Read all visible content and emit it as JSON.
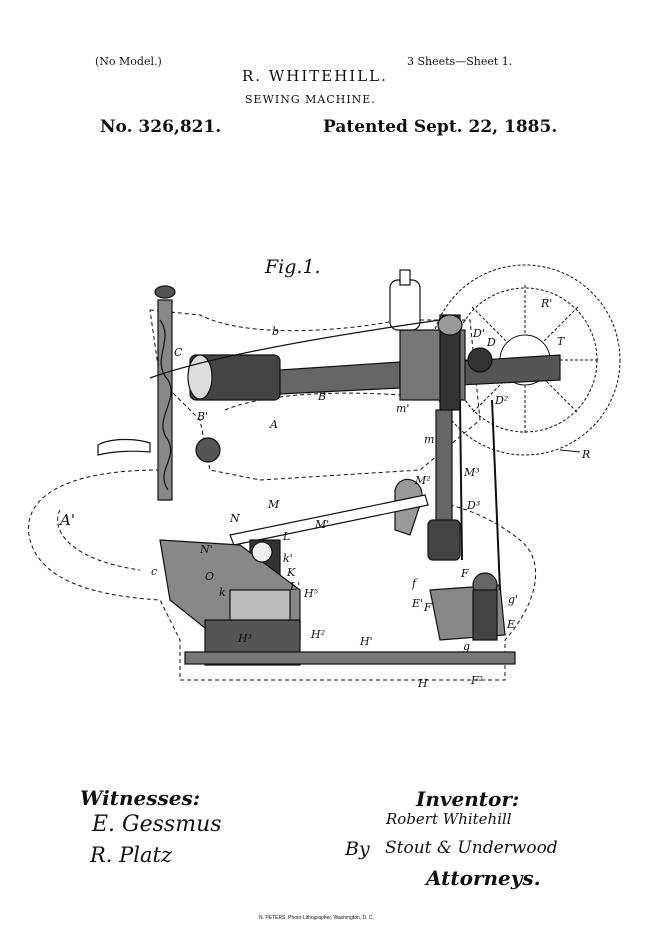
{
  "header": {
    "model_note": "(No Model.)",
    "sheets": "3 Sheets—Sheet 1.",
    "inventor_name": "R. WHITEHILL.",
    "invention_title": "SEWING MACHINE.",
    "patent_number": "No. 326,821.",
    "patent_date": "Patented Sept. 22, 1885."
  },
  "figure": {
    "label": "Fig.1.",
    "reference_labels": [
      "b",
      "C",
      "B",
      "B'",
      "A",
      "A'",
      "R",
      "R'",
      "T",
      "m",
      "m'",
      "D",
      "D'",
      "D²",
      "D³",
      "M",
      "M'",
      "M²",
      "M³",
      "N",
      "N'",
      "L",
      "K",
      "k",
      "k'",
      "L'",
      "H",
      "H'",
      "H²",
      "H³",
      "H⁵",
      "E",
      "E'",
      "F",
      "F'",
      "F²",
      "f",
      "g",
      "g'",
      "O",
      "c"
    ]
  },
  "signatures": {
    "witnesses_heading": "Witnesses:",
    "witness_1": "E. Gessmus",
    "witness_2": "R. Platz",
    "inventor_heading": "Inventor:",
    "inventor_signature": "Robert Whitehill",
    "by": "By",
    "attorneys_signature": "Stout & Underwood",
    "attorneys_heading": "Attorneys."
  },
  "footer": {
    "printer": "N. PETERS, Photo-Lithographer, Washington, D. C."
  }
}
